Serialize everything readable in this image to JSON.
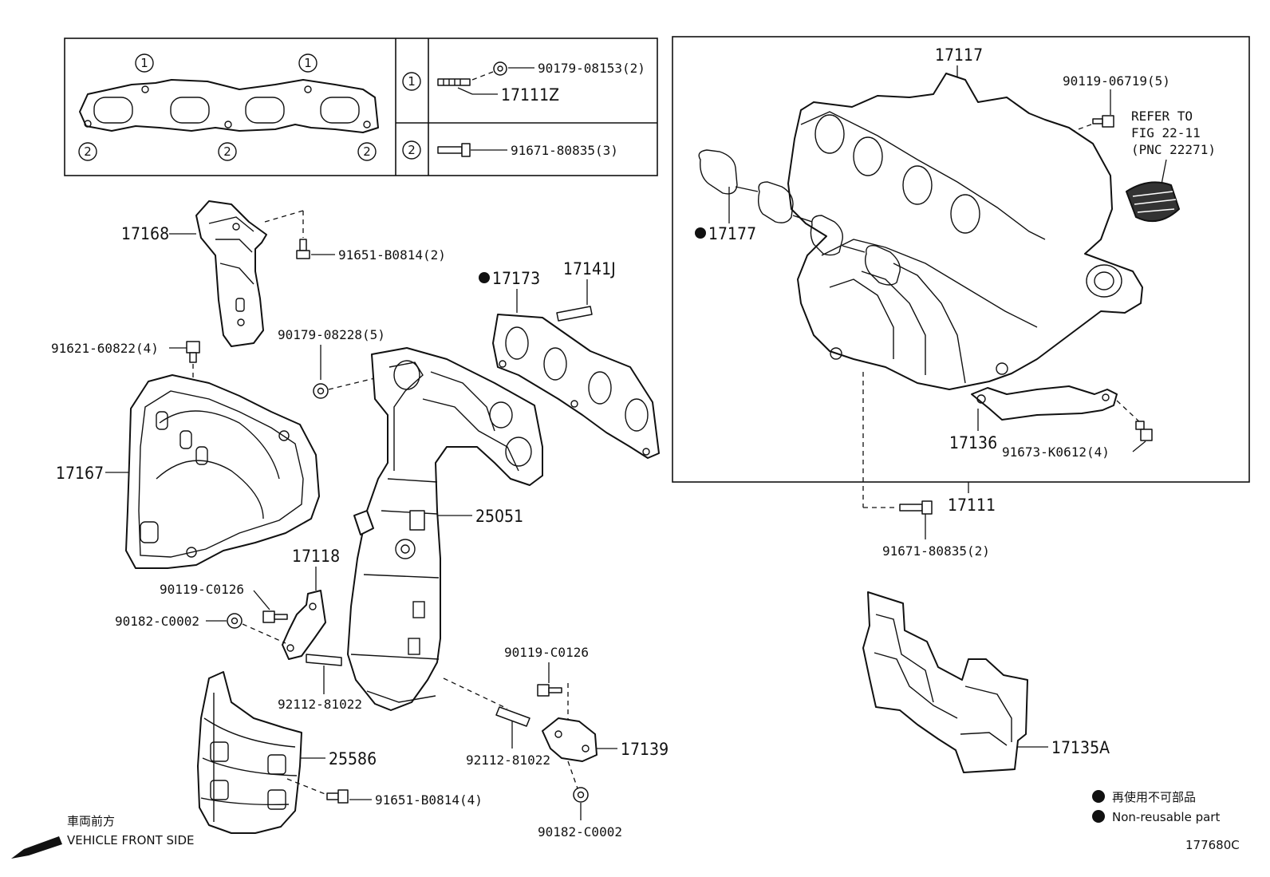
{
  "legend_table": {
    "row1": {
      "marker": "1",
      "bolt": "17111Z",
      "nut": "90179-08153(2)"
    },
    "row2": {
      "marker": "2",
      "bolt": "91671-80835(3)"
    },
    "gasket_markers": [
      "1",
      "1",
      "2",
      "2",
      "2"
    ]
  },
  "intake_box": {
    "labels": {
      "p17117": "17117",
      "p90119_06719": "90119-06719(5)",
      "refer1": "REFER TO",
      "refer2": "FIG 22-11",
      "refer3": "(PNC 22271)",
      "p17177": "17177",
      "p17136": "17136",
      "p91673": "91673-K0612(4)"
    }
  },
  "labels": {
    "p17111": "17111",
    "p91671_80835_2": "91671-80835(2)",
    "p17168": "17168",
    "p91651_b0814_2": "91651-B0814(2)",
    "p17173": "17173",
    "p17141j": "17141J",
    "p91621": "91621-60822(4)",
    "p90179_08228": "90179-08228(5)",
    "p17167": "17167",
    "p25051": "25051",
    "p17118": "17118",
    "p90119_c0126_a": "90119-C0126",
    "p90182_c0002_a": "90182-C0002",
    "p92112_a": "92112-81022",
    "p90119_c0126_b": "90119-C0126",
    "p17139": "17139",
    "p92112_b": "92112-81022",
    "p25586": "25586",
    "p91651_b0814_4": "91651-B0814(4)",
    "p90182_c0002_b": "90182-C0002",
    "p17135a": "17135A"
  },
  "footer": {
    "jp_front": "車両前方",
    "front_side": "VEHICLE FRONT SIDE",
    "legend_jp": "再使用不可部品",
    "legend_en": "Non-reusable part",
    "figure_id": "177680C"
  }
}
